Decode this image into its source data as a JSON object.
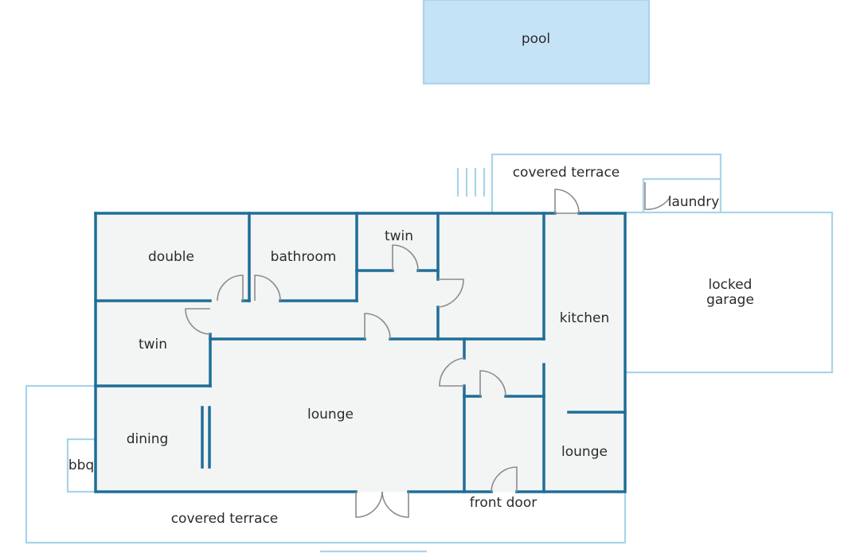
{
  "rooms": {
    "pool": "pool",
    "covered_terrace_top": "covered terrace",
    "laundry": "laundry",
    "locked_garage_line1": "locked",
    "locked_garage_line2": "garage",
    "double": "double",
    "bathroom": "bathroom",
    "twin_top": "twin",
    "twin_left": "twin",
    "kitchen": "kitchen",
    "lounge_main": "lounge",
    "dining": "dining",
    "bbq": "bbq",
    "lounge_small": "lounge",
    "front_door": "front door",
    "covered_terrace_bottom": "covered terrace"
  },
  "colors": {
    "wall": "#1f6e98",
    "outline": "#a9d4ea",
    "pool_fill": "#c5e3f6",
    "floor": "#f3f4f4",
    "door": "#8c8c8c"
  }
}
